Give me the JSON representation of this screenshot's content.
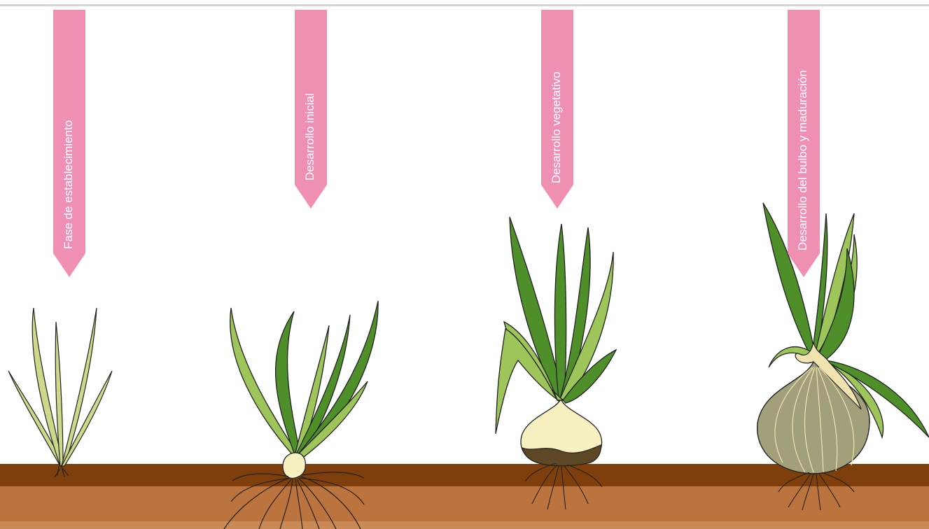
{
  "stages": [
    {
      "id": "establecimiento",
      "label": "Fase de establecimiento"
    },
    {
      "id": "inicial",
      "label": "Desarrollo inicial"
    },
    {
      "id": "vegetativo",
      "label": "Desarrollo vegetativo"
    },
    {
      "id": "bulbo",
      "label": "Desarrollo del bulbo y maduración"
    }
  ],
  "colors": {
    "banner": "#f08fb4",
    "soil_dark": "#7f3f0d",
    "soil_mid": "#bb743e",
    "leaf_dark": "#4e8f2a",
    "leaf_light": "#9dc55a",
    "seedling": "#cfd88a",
    "bulb_cream": "#f7f1c2",
    "bulb_olive": "#a2a07a",
    "outline": "#222222"
  }
}
